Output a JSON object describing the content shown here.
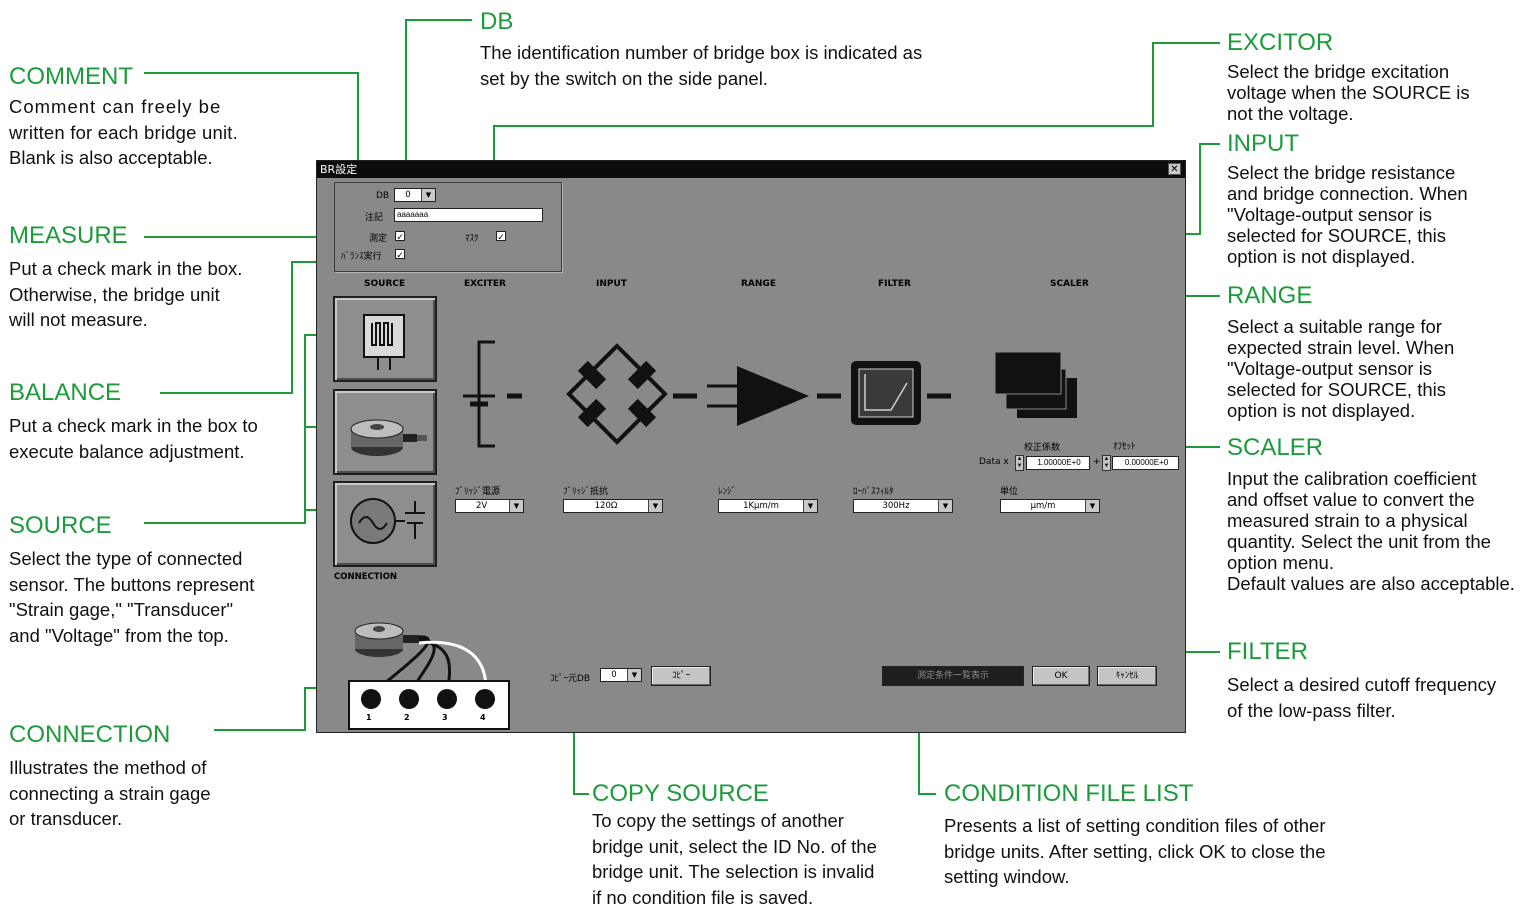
{
  "colors": {
    "accent_green": "#1d9a3c",
    "dialog_bg": "#898989",
    "title_bar": "#0c0c0c"
  },
  "annotations": {
    "db": {
      "title": "DB",
      "lines": [
        "The identification number of bridge box is indicated as",
        "set by the switch on the side panel."
      ]
    },
    "comment": {
      "title": "COMMENT",
      "lines": [
        "Comment can freely be",
        "written for each bridge unit.",
        "Blank is also acceptable."
      ]
    },
    "measure": {
      "title": "MEASURE",
      "lines": [
        "Put a check mark in the box.",
        "Otherwise, the bridge unit",
        "will not measure."
      ]
    },
    "balance": {
      "title": "BALANCE",
      "lines": [
        "Put a check mark in the box to",
        "execute balance adjustment."
      ]
    },
    "source": {
      "title": "SOURCE",
      "lines": [
        "Select the type of connected",
        "sensor. The buttons represent",
        "\"Strain gage,\" \"Transducer\"",
        "and \"Voltage\" from the top."
      ]
    },
    "connection": {
      "title": "CONNECTION",
      "lines": [
        "Illustrates the method of",
        "connecting a strain gage",
        "or transducer."
      ]
    },
    "excitor": {
      "title": "EXCITOR",
      "lines": [
        "Select the bridge excitation",
        "voltage when the SOURCE is",
        "not the voltage."
      ]
    },
    "input": {
      "title": "INPUT",
      "lines": [
        "Select the bridge resistance",
        "and bridge connection. When",
        "\"Voltage-output sensor is",
        "selected for SOURCE, this",
        "option is not displayed."
      ]
    },
    "range": {
      "title": "RANGE",
      "lines": [
        "Select a suitable range for",
        "expected strain level. When",
        "\"Voltage-output sensor is",
        "selected for SOURCE, this",
        "option is not displayed."
      ]
    },
    "scaler": {
      "title": "SCALER",
      "lines": [
        "Input the calibration coefficient",
        "and offset value to convert the",
        "measured strain to a physical",
        "quantity. Select the unit from the",
        "option menu.",
        "Default values are also acceptable."
      ]
    },
    "filter": {
      "title": "FILTER",
      "lines": [
        "Select a desired cutoff frequency",
        "of the low-pass filter."
      ]
    },
    "copy_source": {
      "title": "COPY SOURCE",
      "lines": [
        "To copy the settings of another",
        "bridge unit, select the ID No. of the",
        "bridge unit. The selection is invalid",
        "if no condition file is saved."
      ]
    },
    "condition_file_list": {
      "title": "CONDITION FILE LIST",
      "lines": [
        "Presents a list of setting condition files of other",
        "bridge units. After setting, click OK to close the",
        "setting window."
      ]
    }
  },
  "dialog": {
    "title": "BR設定",
    "close": "✕",
    "db_label": "DB",
    "db_value": "0",
    "comment_label": "注記",
    "comment_value": "aaaaaaa",
    "measure_label": "測定",
    "measure_checked": true,
    "mask_label": "ﾏｽｸ",
    "mask_checked": true,
    "balance_label": "ﾊﾞﾗﾝｽ実行",
    "balance_checked": true,
    "headers": {
      "source": "SOURCE",
      "exciter": "EXCITER",
      "input": "INPUT",
      "range": "RANGE",
      "filter": "FILTER",
      "scaler": "SCALER"
    },
    "connection_label": "CONNECTION",
    "source_buttons": [
      "Strain gage",
      "Transducer",
      "Voltage"
    ],
    "exciter_label": "ﾌﾞﾘｯｼﾞ電源",
    "exciter_value": "2V",
    "input_label": "ﾌﾞﾘｯｼﾞ抵抗",
    "input_value": "120Ω",
    "range_label": "ﾚﾝｼﾞ",
    "range_value": "1Kμm/m",
    "filter_label": "ﾛｰﾊﾟｽﾌｨﾙﾀ",
    "filter_value": "300Hz",
    "unit_label": "単位",
    "unit_value": "μm/m",
    "scaler_data_label": "Data x",
    "scaler_coef_label": "校正係数",
    "scaler_coef_value": "1.00000E+0",
    "scaler_plus": "+",
    "scaler_offset_label": "ｵﾌｾｯﾄ",
    "scaler_offset_value": "0.00000E+0",
    "copy_label": "ｺﾋﾟｰ元DB",
    "copy_value": "0",
    "copy_button": "ｺﾋﾟｰ",
    "list_button": "測定条件一覧表示",
    "ok_button": "OK",
    "cancel_button": "ｷｬﾝｾﾙ",
    "terminals": [
      "1",
      "2",
      "3",
      "4"
    ]
  }
}
